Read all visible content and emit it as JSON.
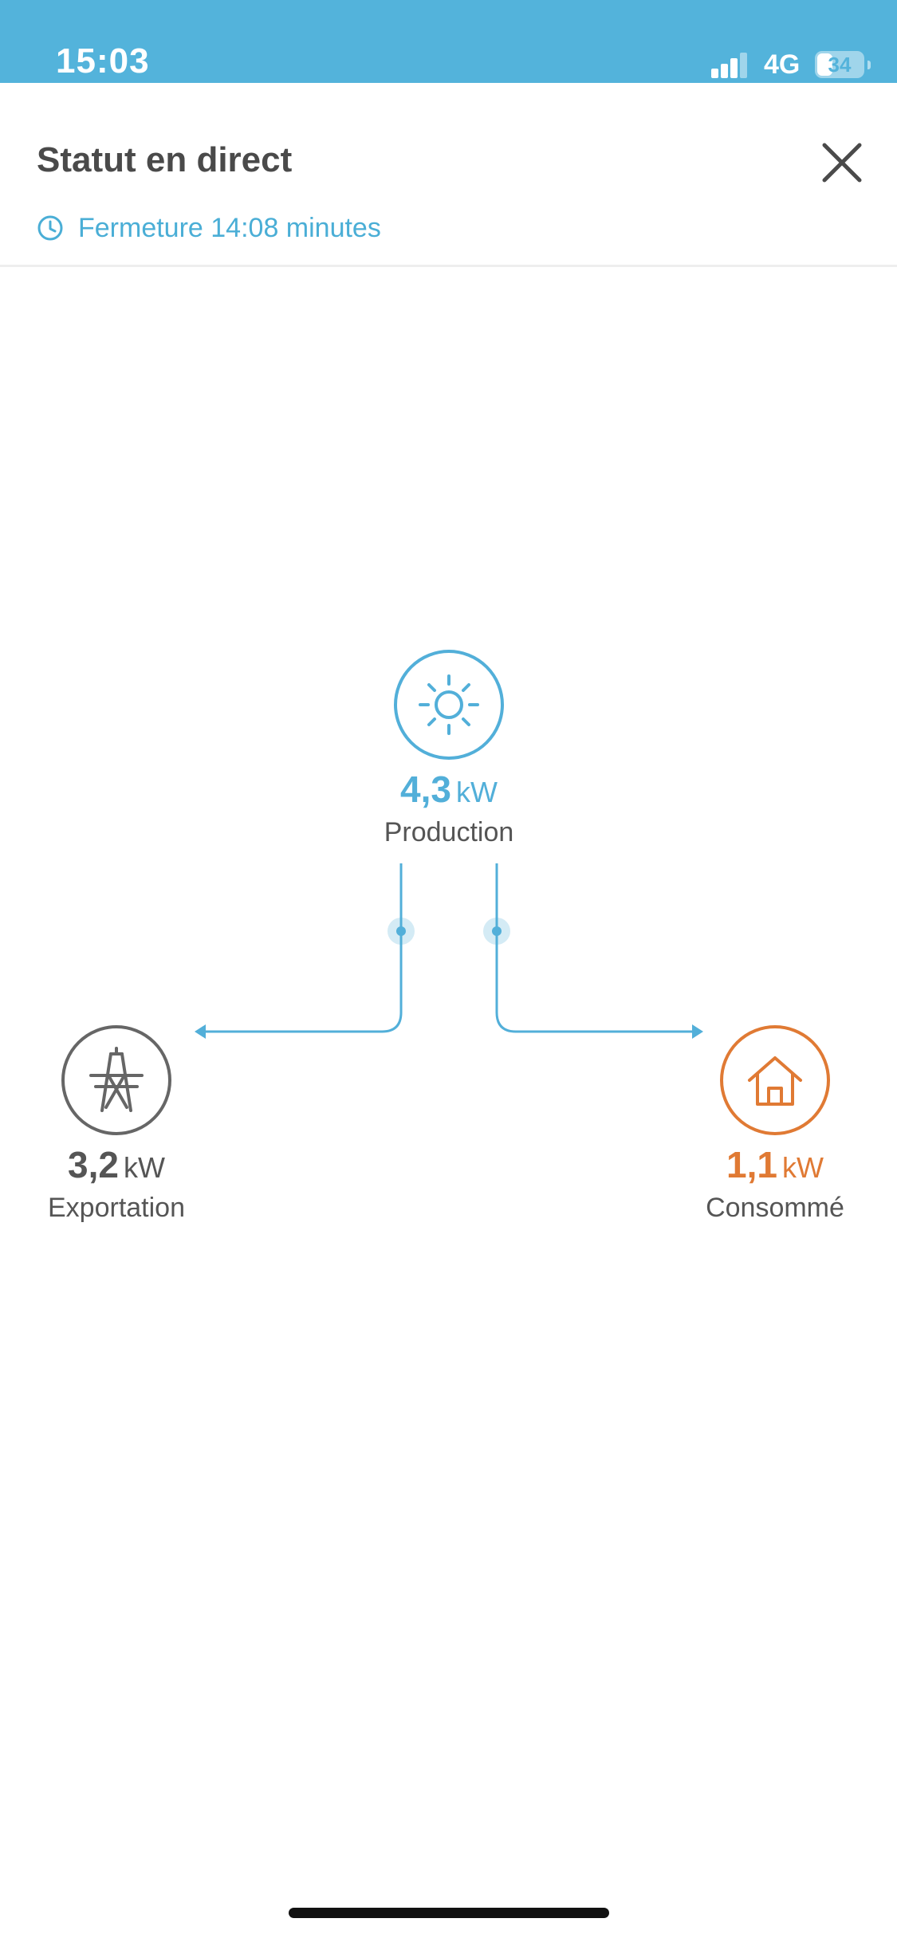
{
  "status_bar": {
    "time": "15:03",
    "network": "4G",
    "battery": "34",
    "battery_level_percent": 34,
    "signal_icon": "cellular-signal-icon"
  },
  "header": {
    "title": "Statut en direct",
    "subtitle": "Fermeture 14:08 minutes",
    "close_icon": "close-icon",
    "clock_icon": "clock-icon"
  },
  "flow": {
    "production": {
      "value": "4,3",
      "unit": "kW",
      "label": "Production",
      "icon": "sun-icon",
      "color": "#52afd9"
    },
    "export": {
      "value": "3,2",
      "unit": "kW",
      "label": "Exportation",
      "icon": "power-pylon-icon",
      "color": "#666666"
    },
    "consumption": {
      "value": "1,1",
      "unit": "kW",
      "label": "Consommé",
      "icon": "house-icon",
      "color": "#e07a34"
    },
    "line_color": "#52afd9"
  }
}
